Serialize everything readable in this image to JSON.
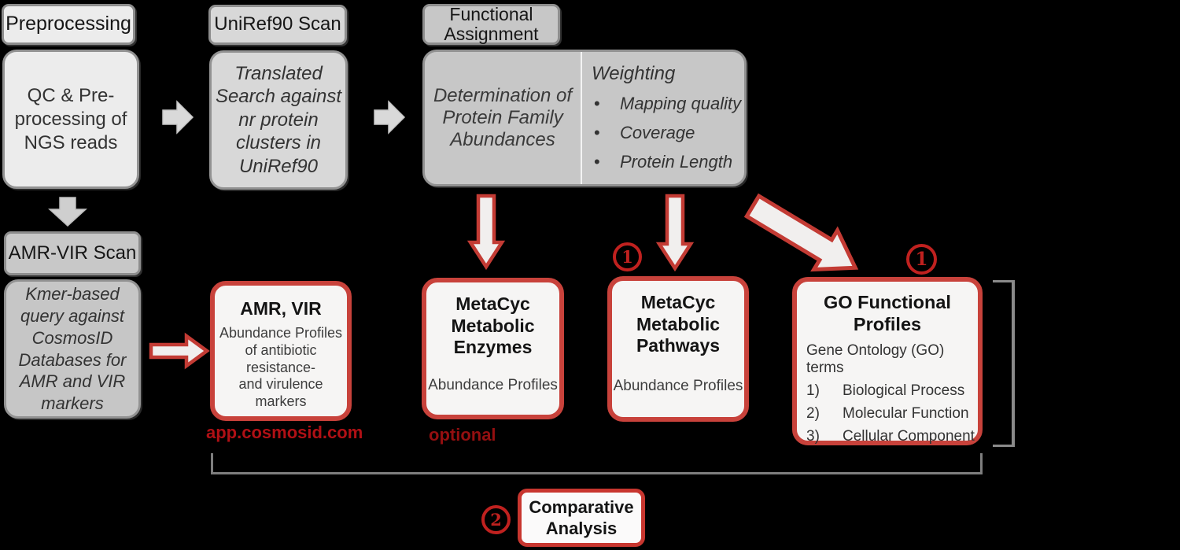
{
  "stages": {
    "preprocessing": {
      "header": "Preprocessing",
      "body": "QC & Pre-\nprocessing of\nNGS reads"
    },
    "uniref90": {
      "header": "UniRef90 Scan",
      "body": "Translated\nSearch against\nnr protein\nclusters in\nUniRef90"
    },
    "functional_assignment": {
      "header": "Functional\nAssignment",
      "determination": "Determination of\nProtein Family\nAbundances",
      "weighting_title": "Weighting",
      "weighting_items": [
        "Mapping quality",
        "Coverage",
        "Protein Length"
      ]
    },
    "amr_vir_scan": {
      "header": "AMR-VIR Scan",
      "body": "Kmer-based\nquery against\nCosmosID\nDatabases for\nAMR and VIR\nmarkers"
    }
  },
  "outputs": {
    "amr_vir": {
      "title": "AMR, VIR",
      "body": "Abundance Profiles\nof antibiotic\nresistance-\nand virulence\nmarkers",
      "caption": "app.cosmosid.com"
    },
    "metacyc_enzymes": {
      "title": "MetaCyc\nMetabolic\nEnzymes",
      "body": "Abundance Profiles",
      "caption": "optional"
    },
    "metacyc_pathways": {
      "title": "MetaCyc\nMetabolic\nPathways",
      "body": "Abundance Profiles",
      "badge": "1"
    },
    "go_profiles": {
      "title": "GO Functional\nProfiles",
      "subtitle": "Gene Ontology (GO) terms",
      "badge": "1",
      "terms": [
        {
          "num": "1)",
          "label": "Biological Process"
        },
        {
          "num": "2)",
          "label": "Molecular Function"
        },
        {
          "num": "3)",
          "label": "Cellular Component"
        }
      ]
    }
  },
  "comparative": {
    "title": "Comparative\nAnalysis",
    "badge": "2"
  },
  "colors": {
    "red_box_border": "#c8423b",
    "red_arrow_stroke": "#c33b34",
    "badge_red": "#c0211f",
    "caption_red": "#b01015",
    "caption_red_dark": "#940f10",
    "gray_line": "#7e7e7e"
  }
}
